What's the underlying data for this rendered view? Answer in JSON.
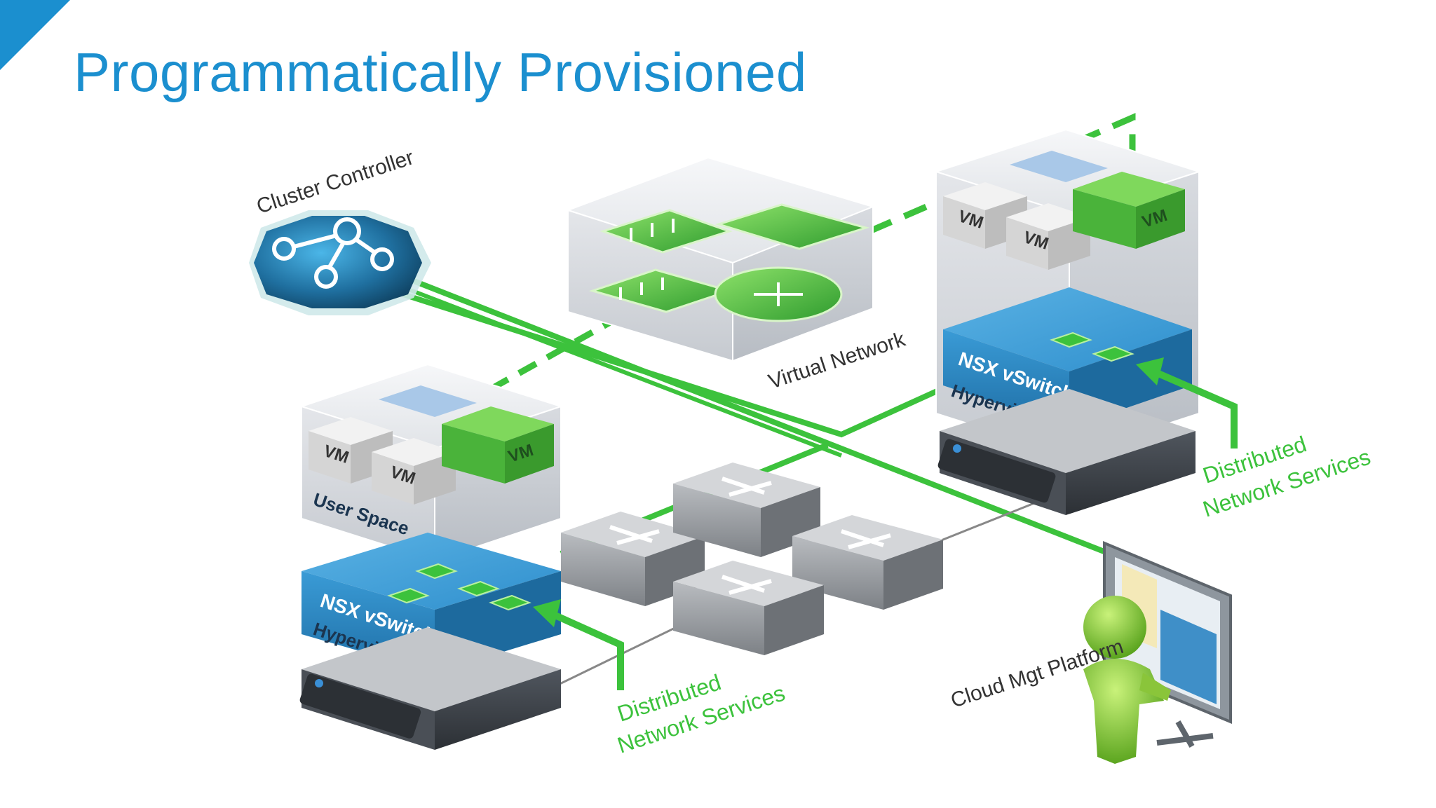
{
  "slide": {
    "title": "Programmatically Provisioned"
  },
  "diagram": {
    "cluster_controller": "Cluster Controller",
    "virtual_network": "Virtual Network",
    "cloud_mgt_platform": "Cloud Mgt Platform",
    "hosts": [
      {
        "vm_labels": [
          "VM",
          "VM",
          "VM"
        ],
        "user_space": "User Space",
        "vswitch": "NSX vSwitch",
        "hypervisor": "Hypervisor",
        "dns_line1": "Distributed",
        "dns_line2": "Network Services"
      },
      {
        "vm_labels": [
          "VM",
          "VM",
          "VM"
        ],
        "vswitch": "NSX vSwitch",
        "hypervisor": "Hypervisor",
        "dns_line1": "Distributed",
        "dns_line2": "Network Services"
      }
    ]
  },
  "colors": {
    "title_blue": "#1b8fcf",
    "accent_green": "#3cc23c",
    "vswitch_blue": "#2b8ccc",
    "server_dark": "#3a3f45"
  }
}
